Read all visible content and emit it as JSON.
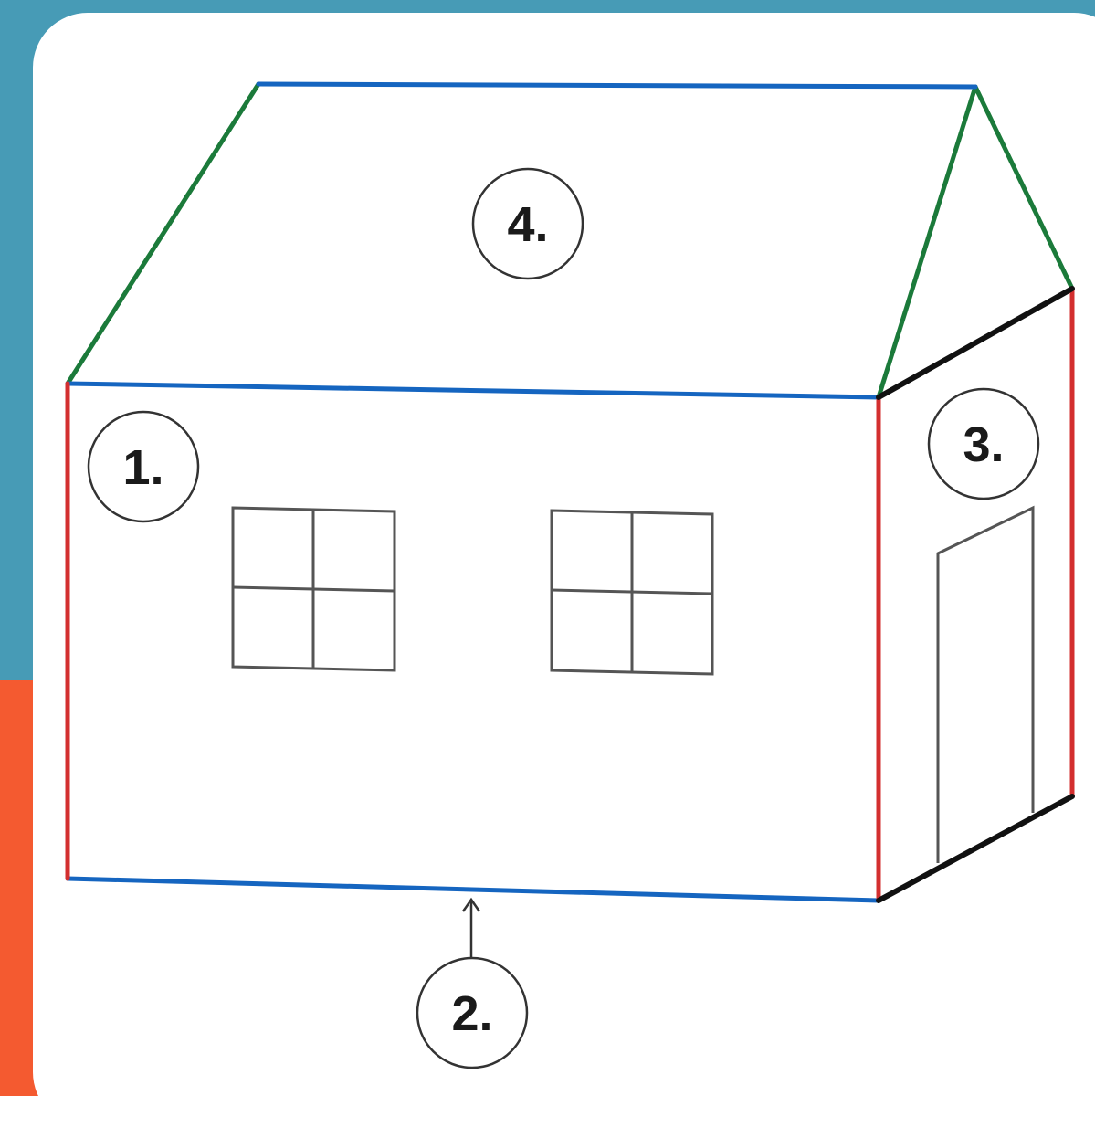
{
  "colors": {
    "background_top": "#479bb6",
    "background_bottom": "#f45a30",
    "card": "#ffffff",
    "walls_front_edges": "#1565c0",
    "vertical_edges": "#d32f2f",
    "roof_slopes": "#1b7a3a",
    "side_edges": "#111111",
    "windows_door": "#555555"
  },
  "labels": {
    "front_wall": "1.",
    "bottom_edge": "2.",
    "side_wall": "3.",
    "roof": "4."
  }
}
